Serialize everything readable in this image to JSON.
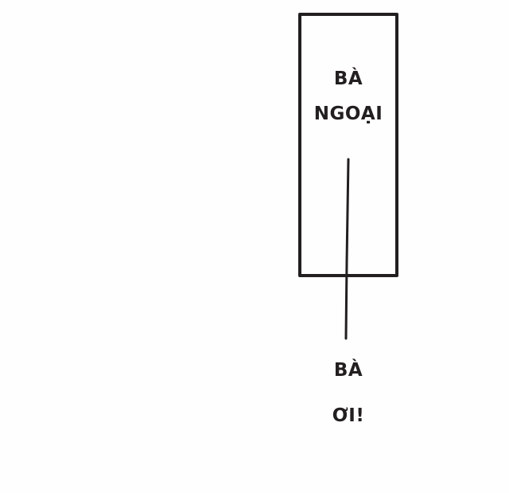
{
  "box_title": {
    "line1": "BÀ",
    "line2": "NGOẠI"
  },
  "speech": {
    "line1": "BÀ",
    "line2": "ƠI!"
  },
  "colors": {
    "ink": "#231f20",
    "background": "#fefefe"
  }
}
